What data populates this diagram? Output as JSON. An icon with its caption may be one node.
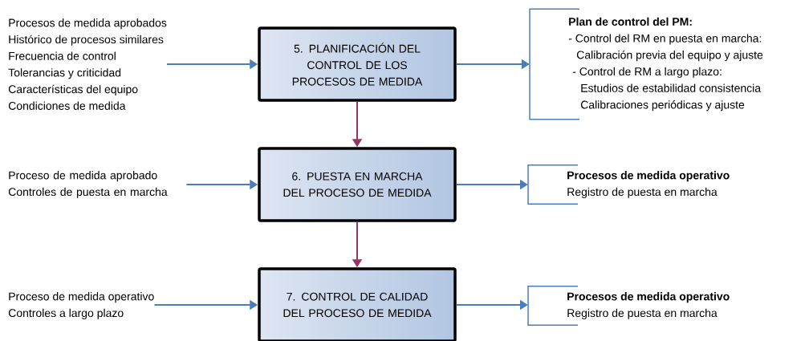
{
  "diagram": {
    "nodes": [
      {
        "text": [
          "Procesos de medida aprobados",
          "Histórico de procesos similares",
          "Frecuencia de control",
          "Tolerancias y criticidad",
          "Características del equipo",
          "Condiciones de medida"
        ]
      },
      {
        "text": [
          "5. PLANIFICACIÓN DEL CONTROL DE LOS PROCESOS DE MEDIDA"
        ]
      },
      {
        "text": [
          "Plan de control del PM:",
          "- Control del RM en puesta en marcha:",
          "Calibración previa del equipo y ajuste",
          "- Control de RM a largo plazo:",
          "Estudios de estabilidad consistencia",
          "Calibraciones periódicas y ajuste"
        ]
      },
      {
        "text": [
          "Proceso de medida aprobado",
          "Controles de puesta en marcha"
        ]
      },
      {
        "text": [
          "6. PUESTA EN MARCHA DEL PROCESO DE MEDIDA"
        ]
      },
      {
        "text": [
          "Procesos de medida operativo",
          "Registro de puesta en marcha"
        ]
      },
      {
        "text": [
          "Proceso de medida operativo",
          "Controles a largo plazo"
        ]
      },
      {
        "text": [
          "7. CONTROL DE CALIDAD DEL PROCESO DE MEDIDA"
        ]
      },
      {
        "text": [
          "Procesos de medida operativo",
          "Registro de puesta en marcha"
        ]
      }
    ],
    "edges": [
      {
        "from": 0,
        "to": 1,
        "arrow": "to"
      },
      {
        "from": 1,
        "to": 2,
        "arrow": "to"
      },
      {
        "from": 3,
        "to": 4,
        "arrow": "to"
      },
      {
        "from": 4,
        "to": 5,
        "arrow": "to"
      },
      {
        "from": 6,
        "to": 7,
        "arrow": "to"
      },
      {
        "from": 7,
        "to": 8,
        "arrow": "to"
      },
      {
        "from": 1,
        "to": 4,
        "arrow": "to",
        "color": "#993366"
      },
      {
        "from": 4,
        "to": 7,
        "arrow": "to",
        "color": "#993366"
      }
    ]
  }
}
